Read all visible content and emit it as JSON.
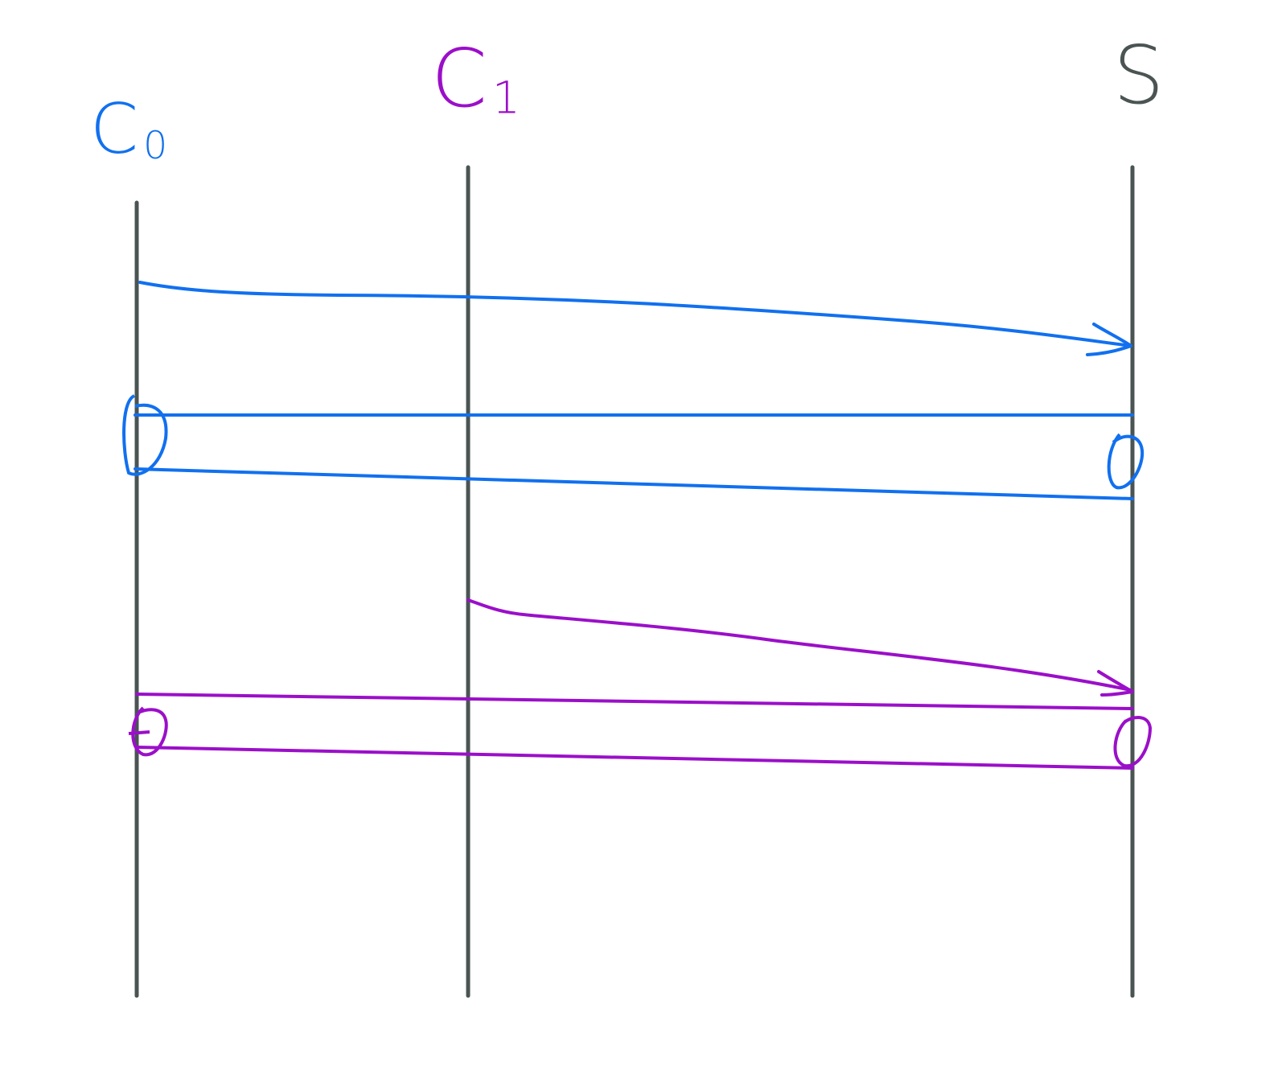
{
  "colors": {
    "lifeline": "#4a5453",
    "c0": "#1170ef",
    "c1": "#9b0fc9",
    "s": "#4a5453"
  },
  "participants": [
    {
      "id": "c0",
      "name": "C",
      "subscript": "0"
    },
    {
      "id": "c1",
      "name": "C",
      "subscript": "1"
    },
    {
      "id": "s",
      "name": "S",
      "subscript": ""
    }
  ],
  "glyphs": {
    "zero_mark": "0"
  }
}
